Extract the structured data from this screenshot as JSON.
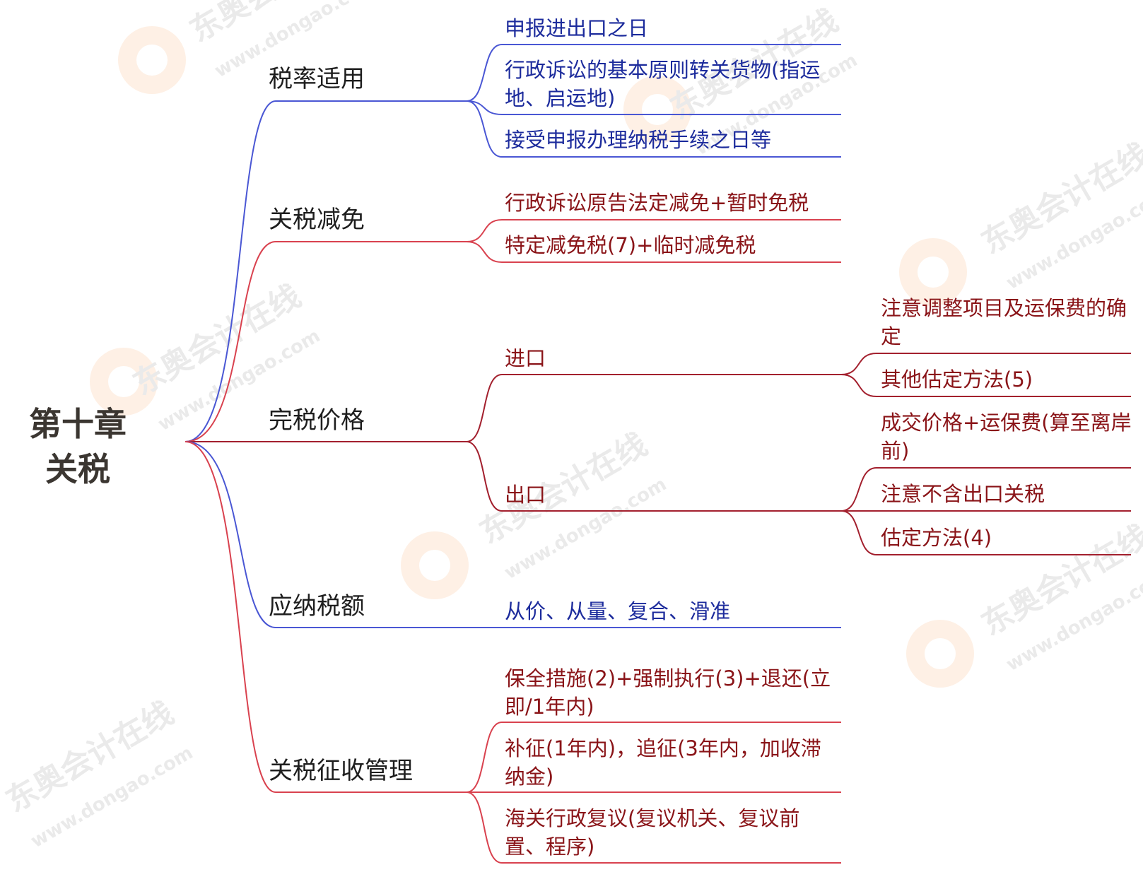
{
  "root": {
    "line1": "第十章",
    "line2": "关税"
  },
  "branches": [
    {
      "label": "税率适用",
      "color": "#4a57d4",
      "children": [
        "申报进出口之日",
        "行政诉讼的基本原则转关货物(指运地、启运地)",
        "接受申报办理纳税手续之日等"
      ]
    },
    {
      "label": "关税减免",
      "color": "#d9424f",
      "children": [
        "行政诉讼原告法定减免+暂时免税",
        "特定减免税(7)+临时减免税"
      ]
    },
    {
      "label": "完税价格",
      "color": "#a3202e",
      "children": [
        {
          "label": "进口",
          "children": [
            "注意调整项目及运保费的确定",
            "其他估定方法(5)"
          ]
        },
        {
          "label": "出口",
          "children": [
            "成交价格+运保费(算至离岸前)",
            "注意不含出口关税",
            "估定方法(4)"
          ]
        }
      ]
    },
    {
      "label": "应纳税额",
      "color": "#4a57d4",
      "children": [
        "从价、从量、复合、滑准"
      ]
    },
    {
      "label": "关税征收管理",
      "color": "#d9424f",
      "children": [
        "保全措施(2)+强制执行(3)+退还(立即/1年内)",
        "补征(1年内)，追征(3年内，加收滞纳金)",
        "海关行政复议(复议机关、复议前置、程序)"
      ]
    }
  ],
  "watermark": {
    "brand": "东奥会计在线",
    "url": "www.dongao.com"
  }
}
